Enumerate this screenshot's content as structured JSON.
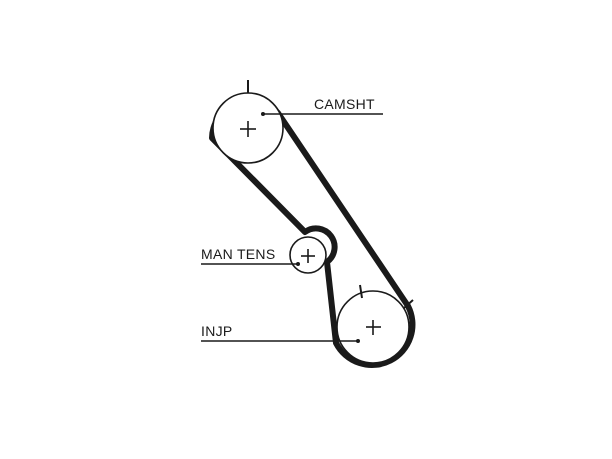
{
  "labels": {
    "camshaft": "CAMSHT",
    "tensioner": "MAN TENS",
    "injection_pump": "INJP"
  },
  "colors": {
    "line": "#1a1a1a",
    "background": "#ffffff"
  }
}
